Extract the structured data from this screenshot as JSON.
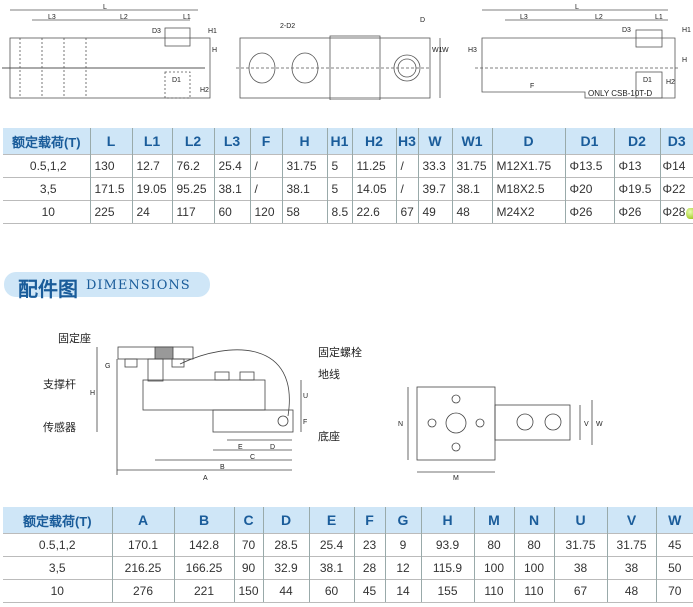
{
  "drawing_top": {
    "left": {
      "labels": [
        "L",
        "L3",
        "L2",
        "L1",
        "D3",
        "H1",
        "H",
        "H2",
        "D1"
      ]
    },
    "middle": {
      "labels": [
        "2-D2",
        "D",
        "W1",
        "W"
      ]
    },
    "right": {
      "labels": [
        "L",
        "L3",
        "L2",
        "L1",
        "D3",
        "H1",
        "H3",
        "H",
        "H2",
        "D1",
        "F"
      ],
      "note": "ONLY CSB-10T-D"
    }
  },
  "table1": {
    "headers": [
      "额定载荷(T)",
      "L",
      "L1",
      "L2",
      "L3",
      "F",
      "H",
      "H1",
      "H2",
      "H3",
      "W",
      "W1",
      "D",
      "D1",
      "D2",
      "D3"
    ],
    "rows": [
      [
        "0.5,1,2",
        "130",
        "12.7",
        "76.2",
        "25.4",
        "/",
        "31.75",
        "5",
        "11.25",
        "/",
        "33.3",
        "31.75",
        "M12X1.75",
        "Φ13.5",
        "Φ13",
        "Φ14"
      ],
      [
        "3,5",
        "171.5",
        "19.05",
        "95.25",
        "38.1",
        "/",
        "38.1",
        "5",
        "14.05",
        "/",
        "39.7",
        "38.1",
        "M18X2.5",
        "Φ20",
        "Φ19.5",
        "Φ22"
      ],
      [
        "10",
        "225",
        "24",
        "117",
        "60",
        "120",
        "58",
        "8.5",
        "22.6",
        "67",
        "49",
        "48",
        "M24X2",
        "Φ26",
        "Φ26",
        "Φ28"
      ]
    ]
  },
  "section": {
    "title_cn": "配件图",
    "title_en": "DIMENSIONS"
  },
  "assembly": {
    "callouts": {
      "fixed_seat": "固定座",
      "support_rod": "支撑杆",
      "sensor": "传感器",
      "fixing_bolt": "固定螺栓",
      "ground_wire": "地线",
      "base": "底座"
    },
    "dims": [
      "G",
      "H",
      "U",
      "F",
      "E",
      "D",
      "C",
      "B",
      "A"
    ],
    "top_view_dims": [
      "N",
      "V",
      "W",
      "M"
    ]
  },
  "table2": {
    "headers": [
      "额定载荷(T)",
      "A",
      "B",
      "C",
      "D",
      "E",
      "F",
      "G",
      "H",
      "M",
      "N",
      "U",
      "V",
      "W"
    ],
    "rows": [
      [
        "0.5,1,2",
        "170.1",
        "142.8",
        "70",
        "28.5",
        "25.4",
        "23",
        "9",
        "93.9",
        "80",
        "80",
        "31.75",
        "31.75",
        "45"
      ],
      [
        "3,5",
        "216.25",
        "166.25",
        "90",
        "32.9",
        "38.1",
        "28",
        "12",
        "115.9",
        "100",
        "100",
        "38",
        "38",
        "50"
      ],
      [
        "10",
        "276",
        "221",
        "150",
        "44",
        "60",
        "45",
        "14",
        "155",
        "110",
        "110",
        "67",
        "48",
        "70"
      ]
    ]
  }
}
